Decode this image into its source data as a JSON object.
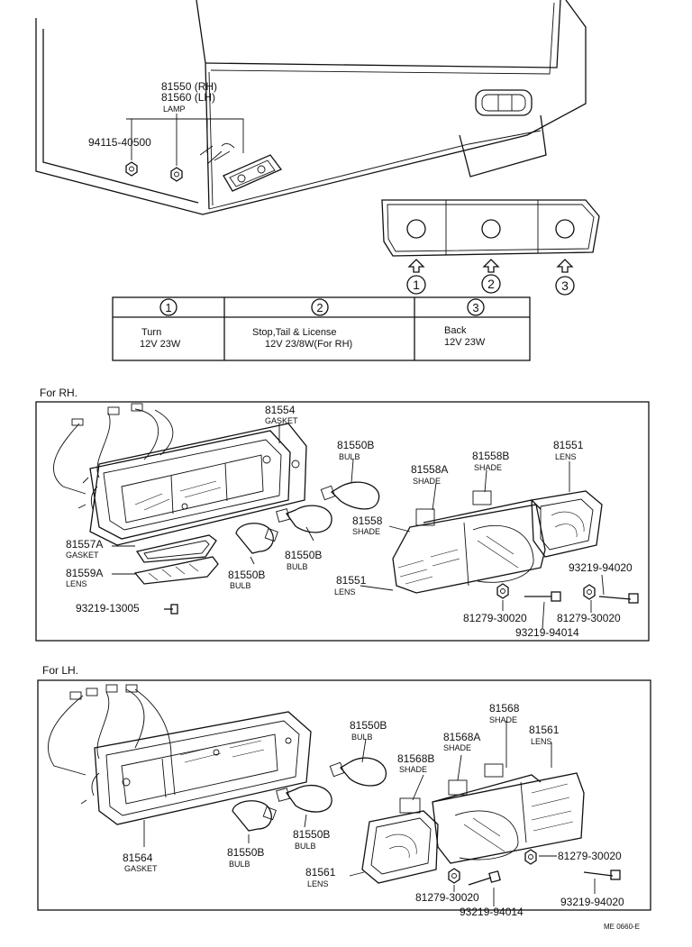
{
  "figure_code": "ME 0660-E",
  "overview": {
    "lamp_rh_code": "81550 (RH)",
    "lamp_lh_code": "81560 (LH)",
    "lamp_name": "LAMP",
    "nut_code": "94115-40500"
  },
  "bulb_table": {
    "columns": [
      {
        "num": "1",
        "line1": "Turn",
        "line2": "12V 23W"
      },
      {
        "num": "2",
        "line1": "Stop,Tail & License",
        "line2": "12V 23/8W(For RH)"
      },
      {
        "num": "3",
        "line1": "Back",
        "line2": "12V 23W"
      }
    ]
  },
  "rh": {
    "section_label": "For RH.",
    "parts": {
      "gasket_top": {
        "code": "81554",
        "name": "GASKET"
      },
      "bulb_a": {
        "code": "81550B",
        "name": "BULB"
      },
      "bulb_b": {
        "code": "81550B",
        "name": "BULB"
      },
      "bulb_c": {
        "code": "81550B",
        "name": "BULB"
      },
      "shade_a": {
        "code": "81558A",
        "name": "SHADE"
      },
      "shade_b": {
        "code": "81558B",
        "name": "SHADE"
      },
      "shade": {
        "code": "81558",
        "name": "SHADE"
      },
      "lens_right": {
        "code": "81551",
        "name": "LENS"
      },
      "lens_main": {
        "code": "81551",
        "name": "LENS"
      },
      "gasket_small": {
        "code": "81557A",
        "name": "GASKET"
      },
      "lens_small": {
        "code": "81559A",
        "name": "LENS"
      },
      "screw_small": {
        "code": "93219-13005"
      },
      "screw_right": {
        "code": "93219-94020"
      },
      "nut_a": {
        "code": "81279-30020"
      },
      "nut_b": {
        "code": "81279-30020"
      },
      "screw_mid": {
        "code": "93219-94014"
      }
    }
  },
  "lh": {
    "section_label": "For LH.",
    "parts": {
      "bulb_a": {
        "code": "81550B",
        "name": "BULB"
      },
      "shade_top": {
        "code": "81568",
        "name": "SHADE"
      },
      "shade_a": {
        "code": "81568A",
        "name": "SHADE"
      },
      "lens_right": {
        "code": "81561",
        "name": "LENS"
      },
      "shade_b": {
        "code": "81568B",
        "name": "SHADE"
      },
      "gasket": {
        "code": "81564",
        "name": "GASKET"
      },
      "bulb_b": {
        "code": "81550B",
        "name": "BULB"
      },
      "bulb_c": {
        "code": "81550B",
        "name": "BULB"
      },
      "lens_left": {
        "code": "81561",
        "name": "LENS"
      },
      "nut_a": {
        "code": "81279-30020"
      },
      "nut_b": {
        "code": "81279-30020"
      },
      "screw_mid": {
        "code": "93219-94014"
      },
      "screw_right": {
        "code": "93219-94020"
      }
    }
  }
}
